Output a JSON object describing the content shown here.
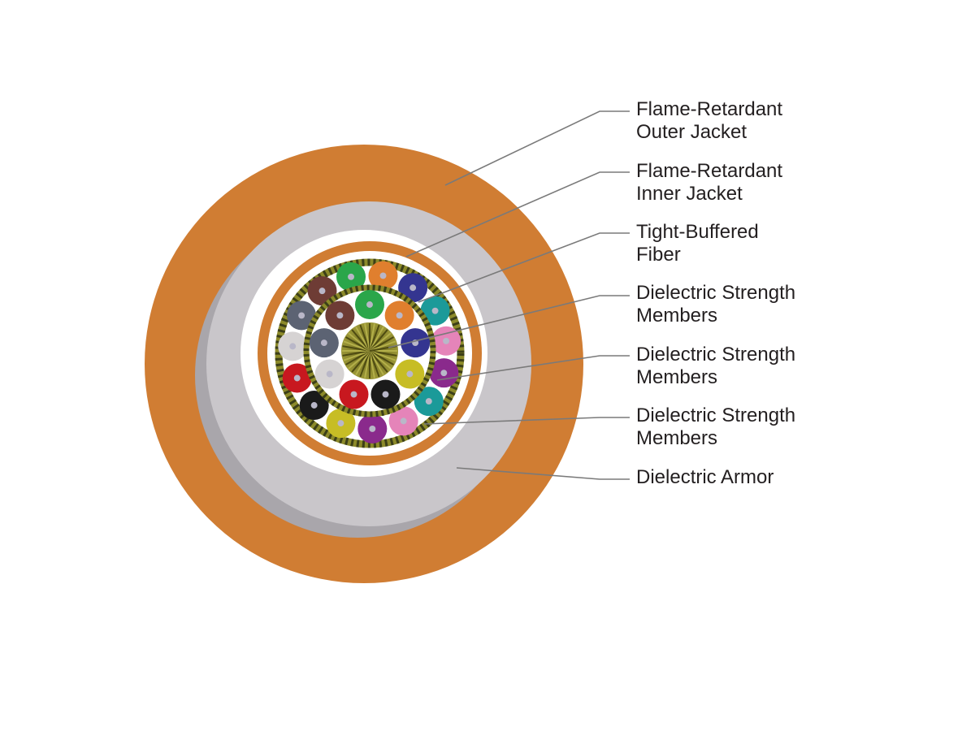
{
  "labels": [
    {
      "line1": "Flame-Retardant",
      "line2": "Outer Jacket"
    },
    {
      "line1": "Flame-Retardant",
      "line2": "Inner Jacket"
    },
    {
      "line1": "Tight-Buffered",
      "line2": "Fiber"
    },
    {
      "line1": "Dielectric Strength",
      "line2": "Members"
    },
    {
      "line1": "Dielectric Strength",
      "line2": "Members"
    },
    {
      "line1": "Dielectric Strength",
      "line2": "Members"
    },
    {
      "line1": "Dielectric Armor",
      "line2": ""
    }
  ],
  "colors": {
    "outer_jacket": "#d07d33",
    "armor": "#c9c6ca",
    "armor_shadow": "#a9a6ab",
    "inner_jacket": "#d07d33",
    "gap": "#ffffff",
    "strength_member": "#8c8a2a",
    "strength_stripe": "#3c3f18",
    "fiber_core": "#b9b7c8",
    "leader": "#7a7a7a",
    "text": "#231f20"
  },
  "fibers_outer": [
    "#e07f2e",
    "#343590",
    "#1b9a99",
    "#e584b9",
    "#8a2a8c",
    "#1b9a99",
    "#e584b9",
    "#8a2a8c",
    "#c7bd25",
    "#1a1a1a",
    "#c8181f",
    "#d6d3d3",
    "#5c6373",
    "#6e3c35",
    "#2aa64a"
  ],
  "fibers_inner": [
    "#2aa64a",
    "#e07f2e",
    "#343590",
    "#c7bd25",
    "#1a1a1a",
    "#c8181f",
    "#d6d3d3",
    "#5c6373",
    "#6e3c35"
  ]
}
